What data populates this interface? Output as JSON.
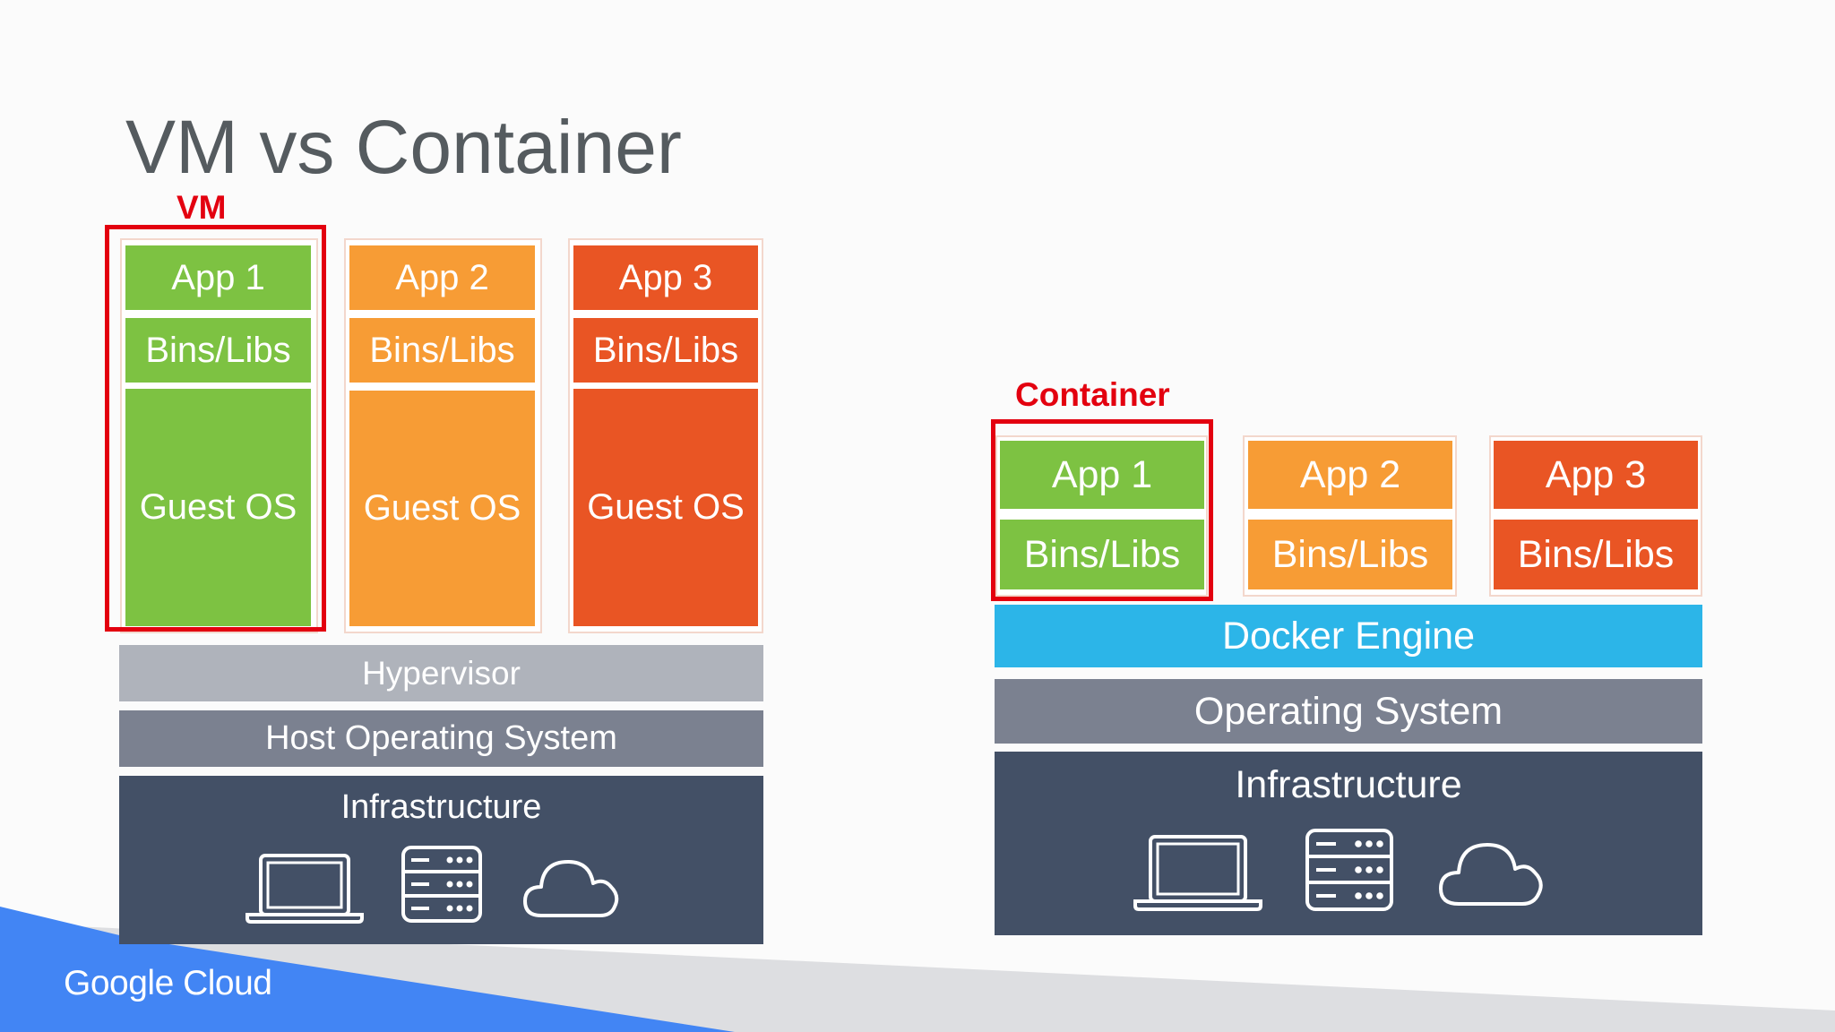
{
  "title": "VM vs Container",
  "vm": {
    "label": "VM",
    "apps": [
      {
        "app": "App 1",
        "bins": "Bins/Libs",
        "guest": "Guest OS"
      },
      {
        "app": "App 2",
        "bins": "Bins/Libs",
        "guest": "Guest OS"
      },
      {
        "app": "App 3",
        "bins": "Bins/Libs",
        "guest": "Guest OS"
      }
    ],
    "hypervisor": "Hypervisor",
    "host_os": "Host Operating System",
    "infrastructure": "Infrastructure",
    "icons": [
      "laptop-icon",
      "server-icon",
      "cloud-icon"
    ]
  },
  "container": {
    "label": "Container",
    "apps": [
      {
        "app": "App 1",
        "bins": "Bins/Libs"
      },
      {
        "app": "App 2",
        "bins": "Bins/Libs"
      },
      {
        "app": "App 3",
        "bins": "Bins/Libs"
      }
    ],
    "engine": "Docker Engine",
    "os": "Operating System",
    "infrastructure": "Infrastructure",
    "icons": [
      "laptop-icon",
      "server-icon",
      "cloud-icon"
    ]
  },
  "brand": "Google Cloud",
  "colors": {
    "green": "#7dc242",
    "orange": "#f79c35",
    "red_orange": "#e95524",
    "hypervisor": "#afb3bb",
    "os": "#7b8190",
    "infrastructure": "#435066",
    "docker": "#2cb5e8",
    "highlight": "#e3000f",
    "brand_blue": "#4285f4"
  }
}
